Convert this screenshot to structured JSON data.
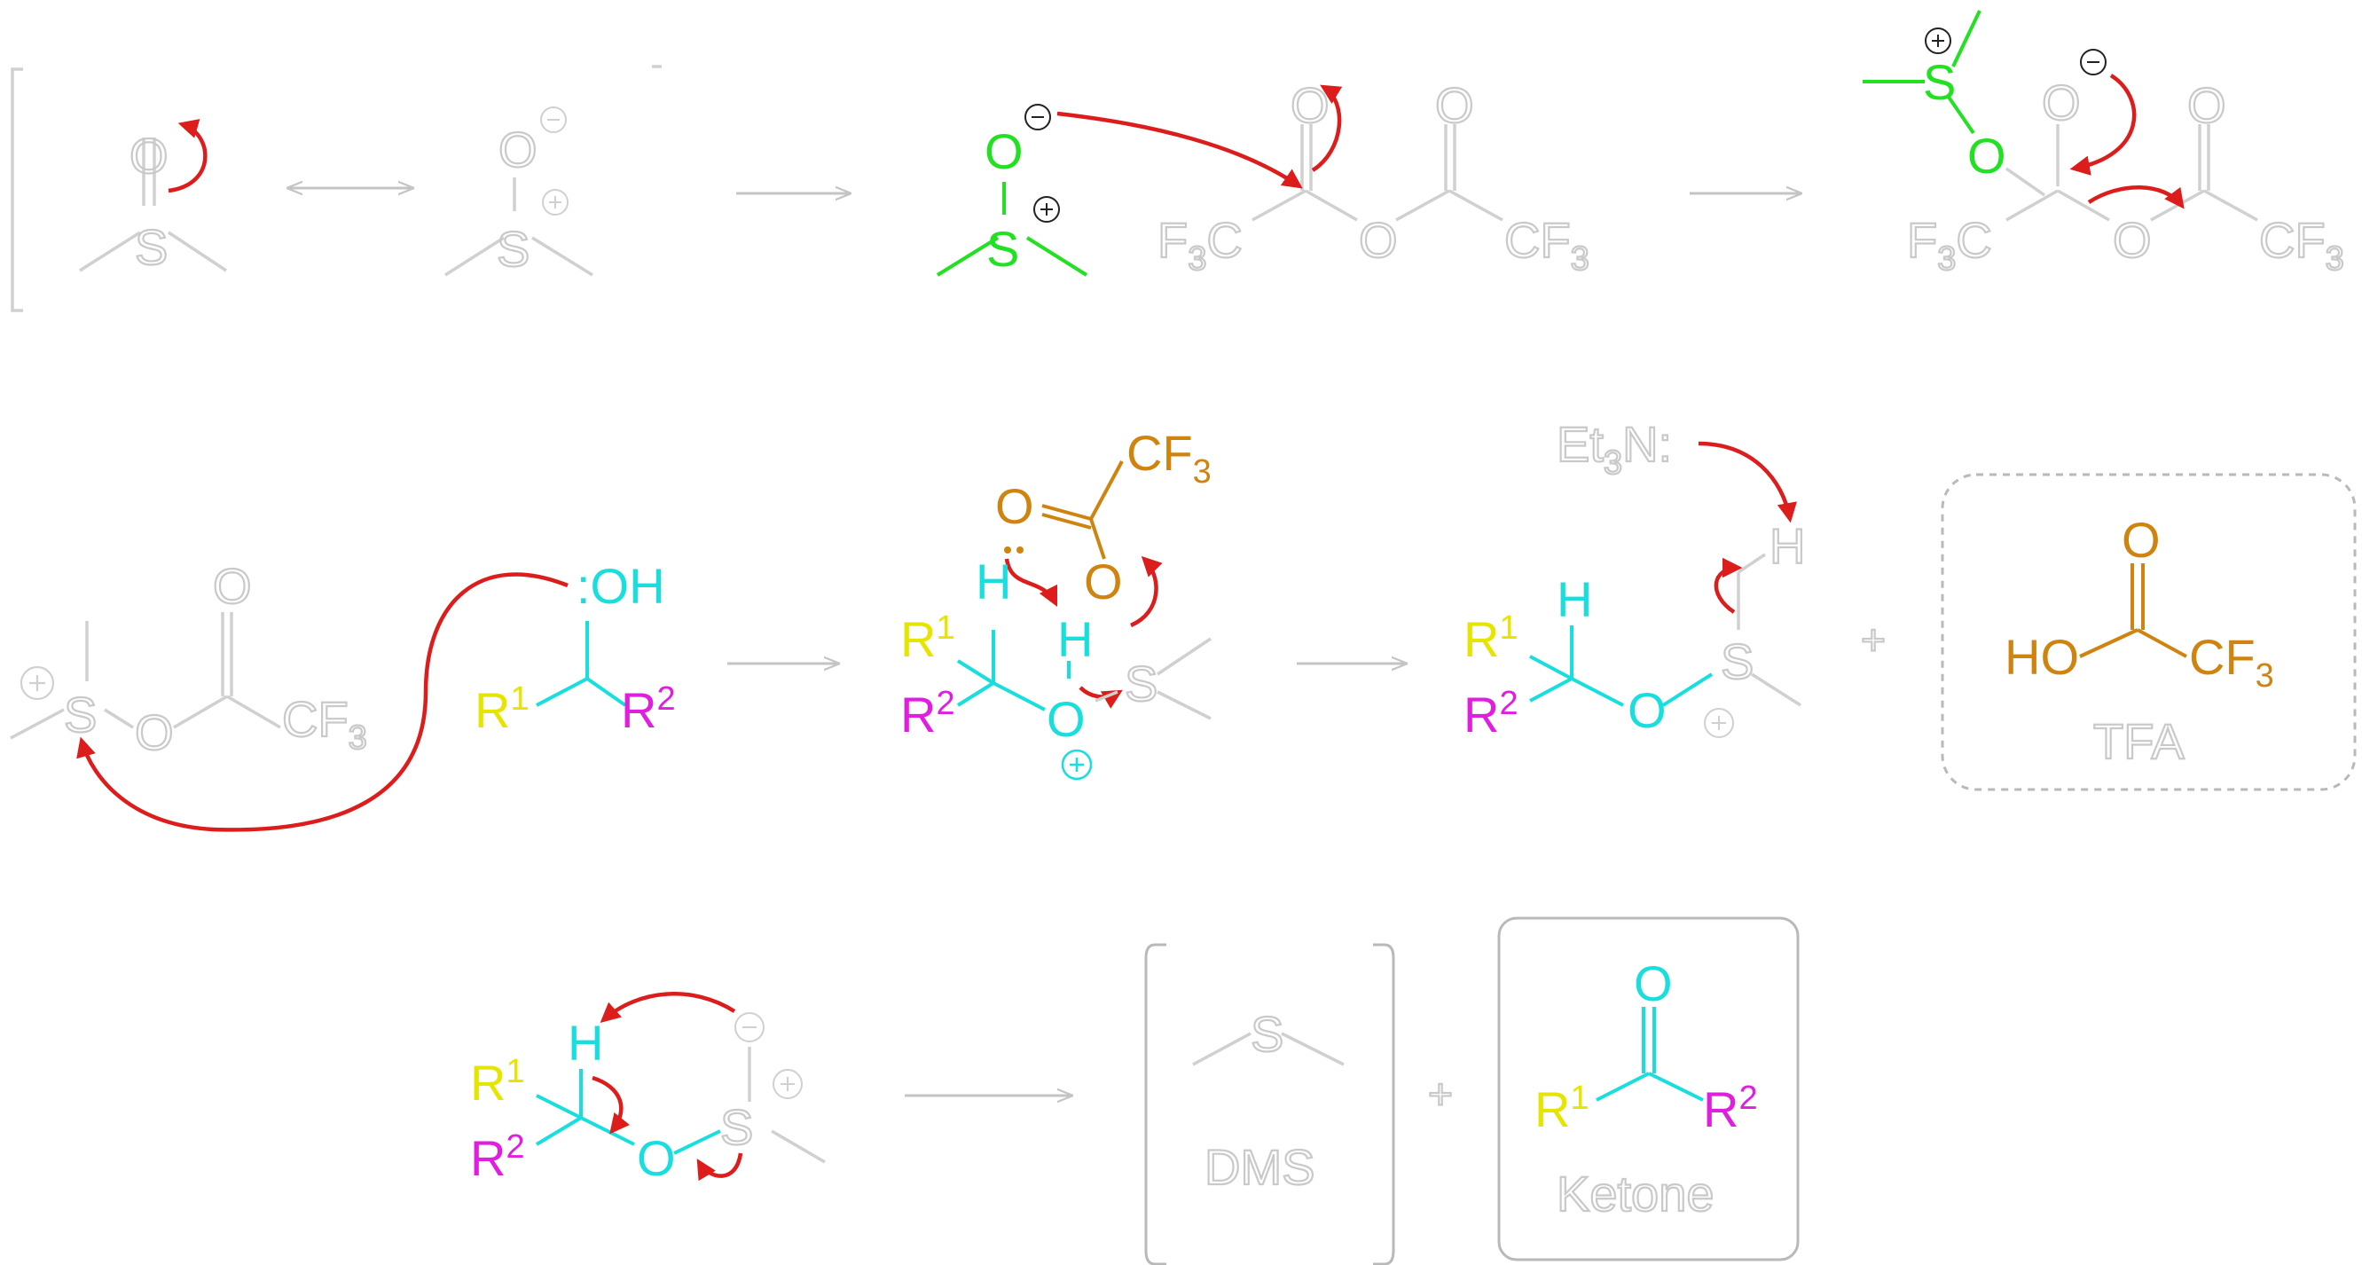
{
  "colors": {
    "outline": "#c9c9c9",
    "green": "#22e022",
    "orange": "#d08410",
    "cyan": "#18dede",
    "yellow": "#e5e500",
    "magenta": "#e01ee0",
    "red_arrow": "#dd1c1c"
  },
  "atoms": {
    "S": "S",
    "O": "O",
    "H": "H",
    "OH": "OH",
    "lone_pair_OH": ":OH",
    "HO": "HO",
    "CF": "CF",
    "F3C": "F",
    "C": "C",
    "three": "3",
    "R": "R",
    "one": "1",
    "two": "2",
    "Et": "Et",
    "N": "N:",
    "plus_charge": "+",
    "minus_charge": "−",
    "lone_pair": ":"
  },
  "labels": {
    "tfa": "TFA",
    "dms": "DMS",
    "ketone": "Ketone"
  },
  "operators": {
    "plus": "+"
  },
  "icons": [
    "reaction-arrow-icon",
    "resonance-arrow-icon",
    "curved-electron-arrow-icon"
  ]
}
